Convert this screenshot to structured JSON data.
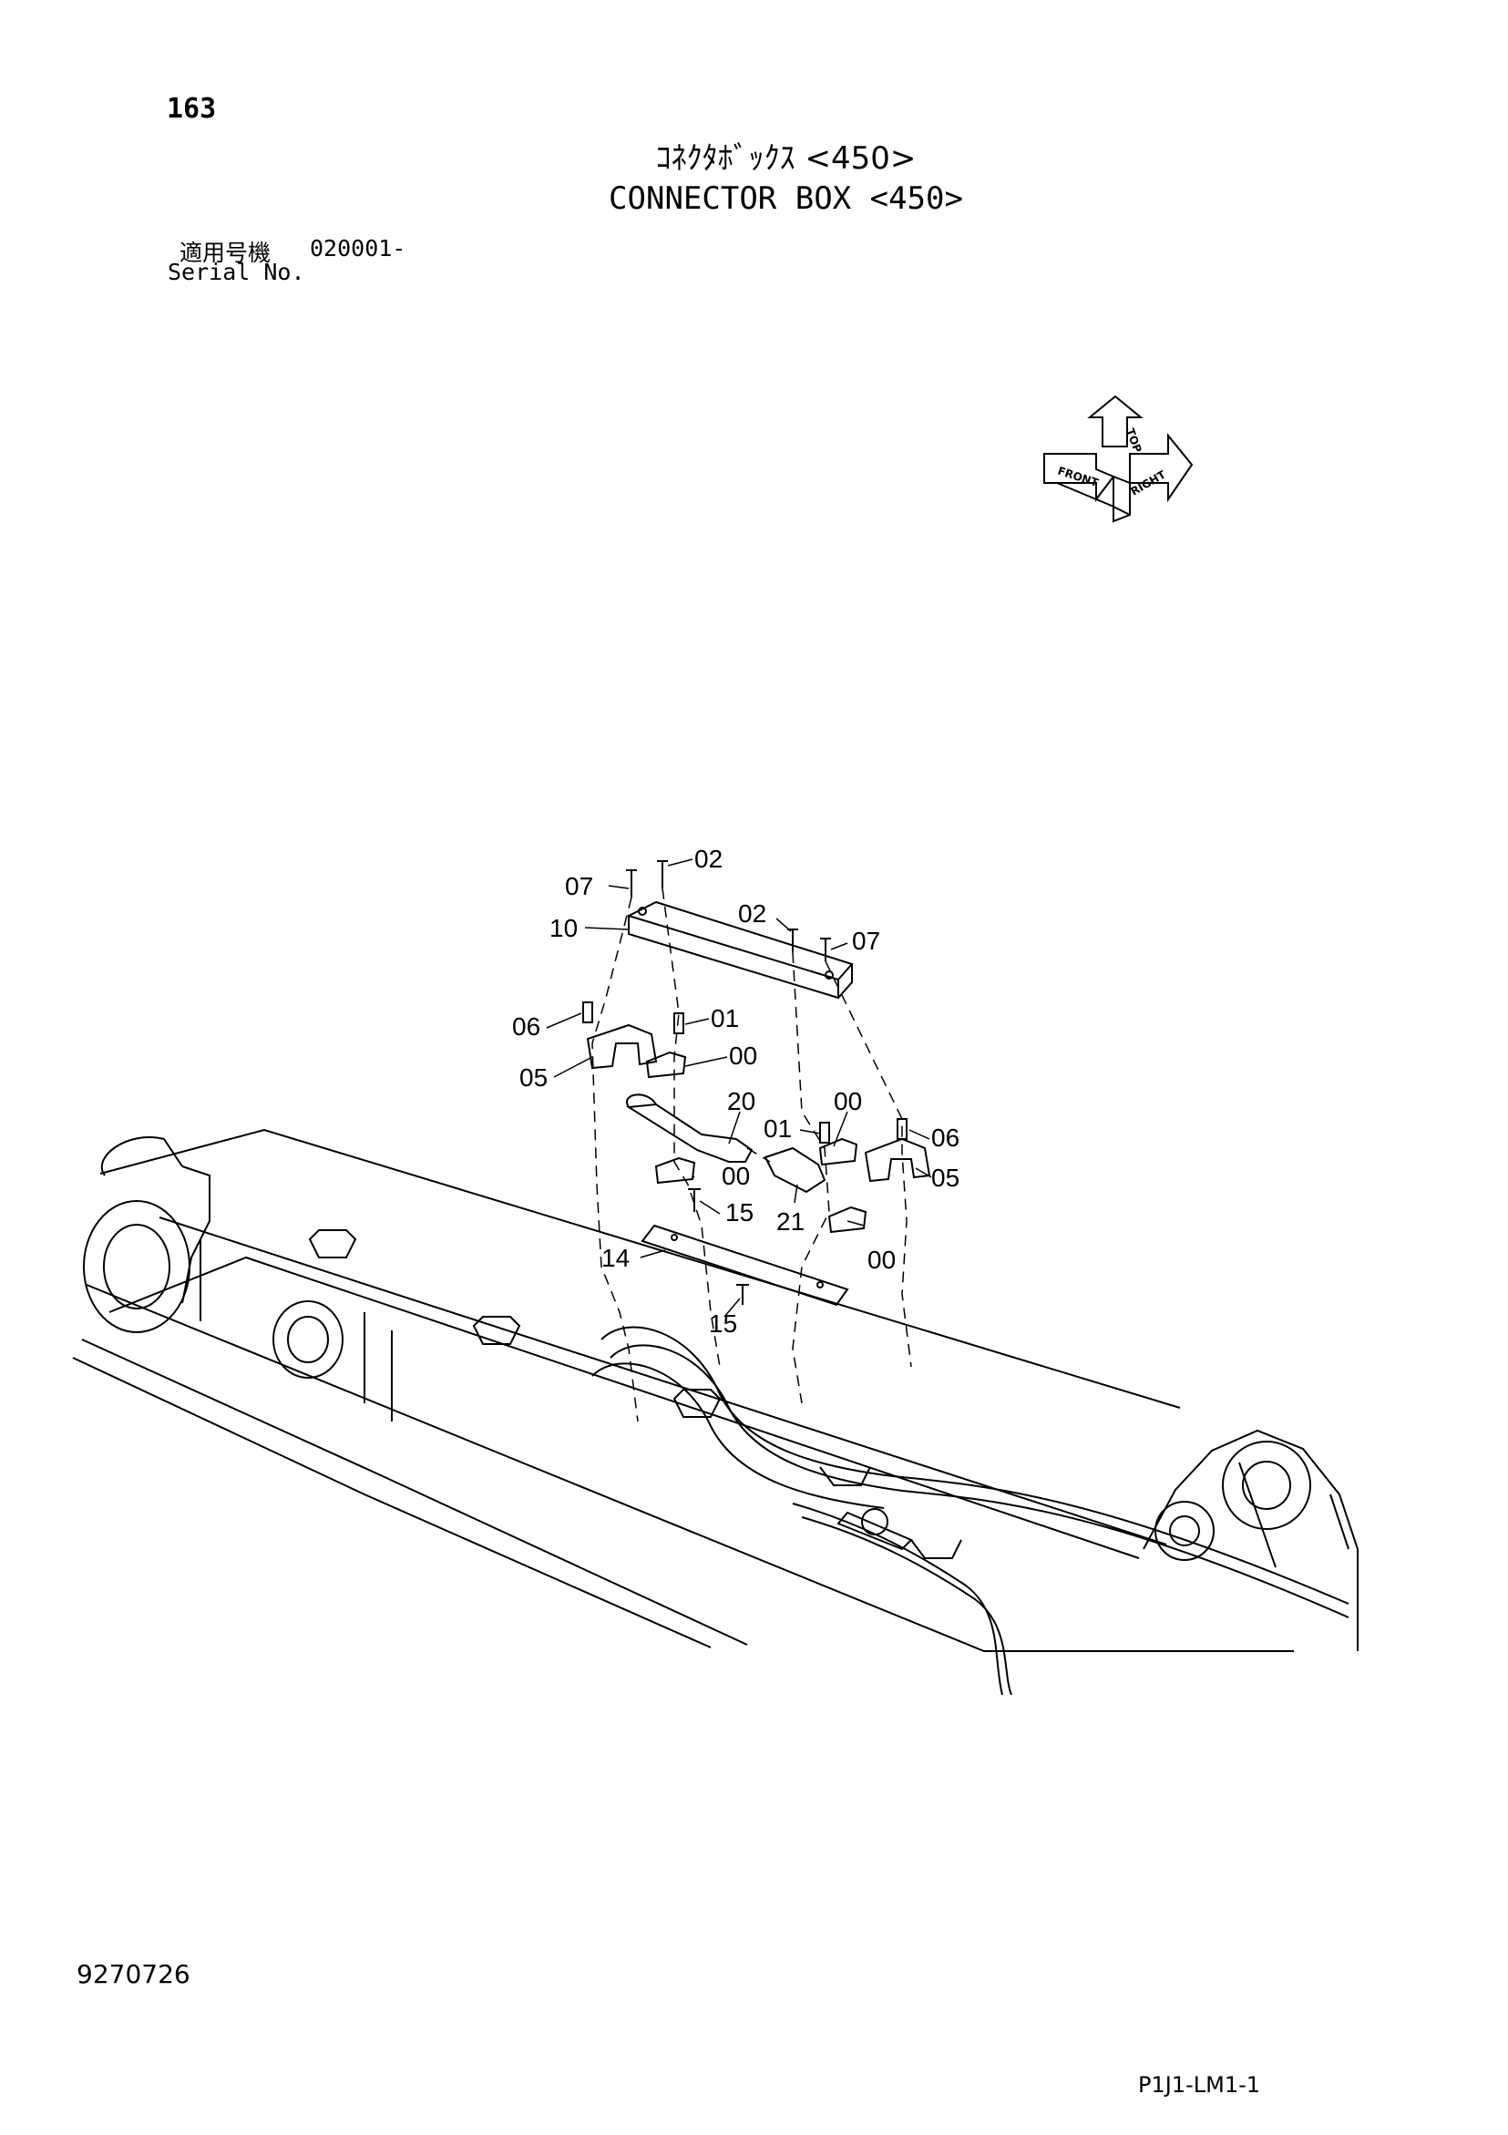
{
  "header": {
    "page_number": "163",
    "title_jp": "ｺﾈｸﾀﾎﾞｯｸｽ <450>",
    "title_en": "CONNECTOR BOX <450>",
    "serial_label_jp": "適用号機",
    "serial_label_en": "Serial No.",
    "serial_value": "020001-"
  },
  "orientation_indicator": {
    "labels": [
      "FRONT",
      "TOP",
      "RIGHT"
    ],
    "icon": "orientation-arrows-icon"
  },
  "callouts": {
    "c07a": "07",
    "c02a": "02",
    "c02b": "02",
    "c07b": "07",
    "c10": "10",
    "c06a": "06",
    "c01a": "01",
    "c00a": "00",
    "c05a": "05",
    "c20": "20",
    "c00b": "00",
    "c01b": "01",
    "c06b": "06",
    "c00c": "00",
    "c05b": "05",
    "c15a": "15",
    "c21": "21",
    "c14": "14",
    "c00d": "00",
    "c15b": "15"
  },
  "footer": {
    "document_id": "9270726",
    "drawing_code": "P1J1-LM1-1"
  }
}
